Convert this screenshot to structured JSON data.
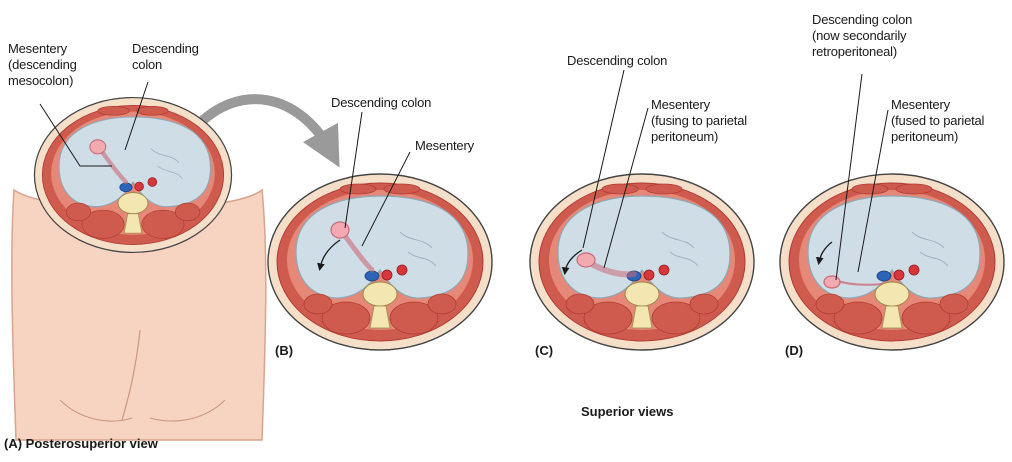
{
  "colors": {
    "skin": "#f7d4c2",
    "skin_edge": "#d9a48d",
    "muscle": "#cf5b4e",
    "muscle_dark": "#b03b33",
    "fat": "#f6dfc9",
    "peritoneum": "#cfdde6",
    "peritoneum_edge": "#8fa8b6",
    "bone": "#f4e6b0",
    "colon": "#f3a9b0",
    "colon_edge": "#c96a78",
    "aorta": "#d8363b",
    "ivc": "#2c64b8",
    "arrow": "#9a9a9a"
  },
  "panels": [
    {
      "id": "A",
      "caption": "(A) Posterosuperior view",
      "labels": [
        {
          "key": "mesentery",
          "text": "Mesentery\n(descending\nmesocolon)"
        },
        {
          "key": "colon",
          "text": "Descending\ncolon"
        }
      ]
    },
    {
      "id": "B",
      "caption": "(B)",
      "labels": [
        {
          "key": "colon",
          "text": "Descending colon"
        },
        {
          "key": "mesentery",
          "text": "Mesentery"
        }
      ]
    },
    {
      "id": "C",
      "caption": "(C)",
      "labels": [
        {
          "key": "colon",
          "text": "Descending colon"
        },
        {
          "key": "mesentery",
          "text": "Mesentery\n(fusing to parietal\nperitoneum)"
        }
      ]
    },
    {
      "id": "D",
      "caption": "(D)",
      "labels": [
        {
          "key": "colon",
          "text": "Descending colon\n(now secondarily\nretroperitoneal)"
        },
        {
          "key": "mesentery",
          "text": "Mesentery\n(fused to parietal\nperitoneum)"
        }
      ]
    }
  ],
  "footer_caption": "Superior views"
}
